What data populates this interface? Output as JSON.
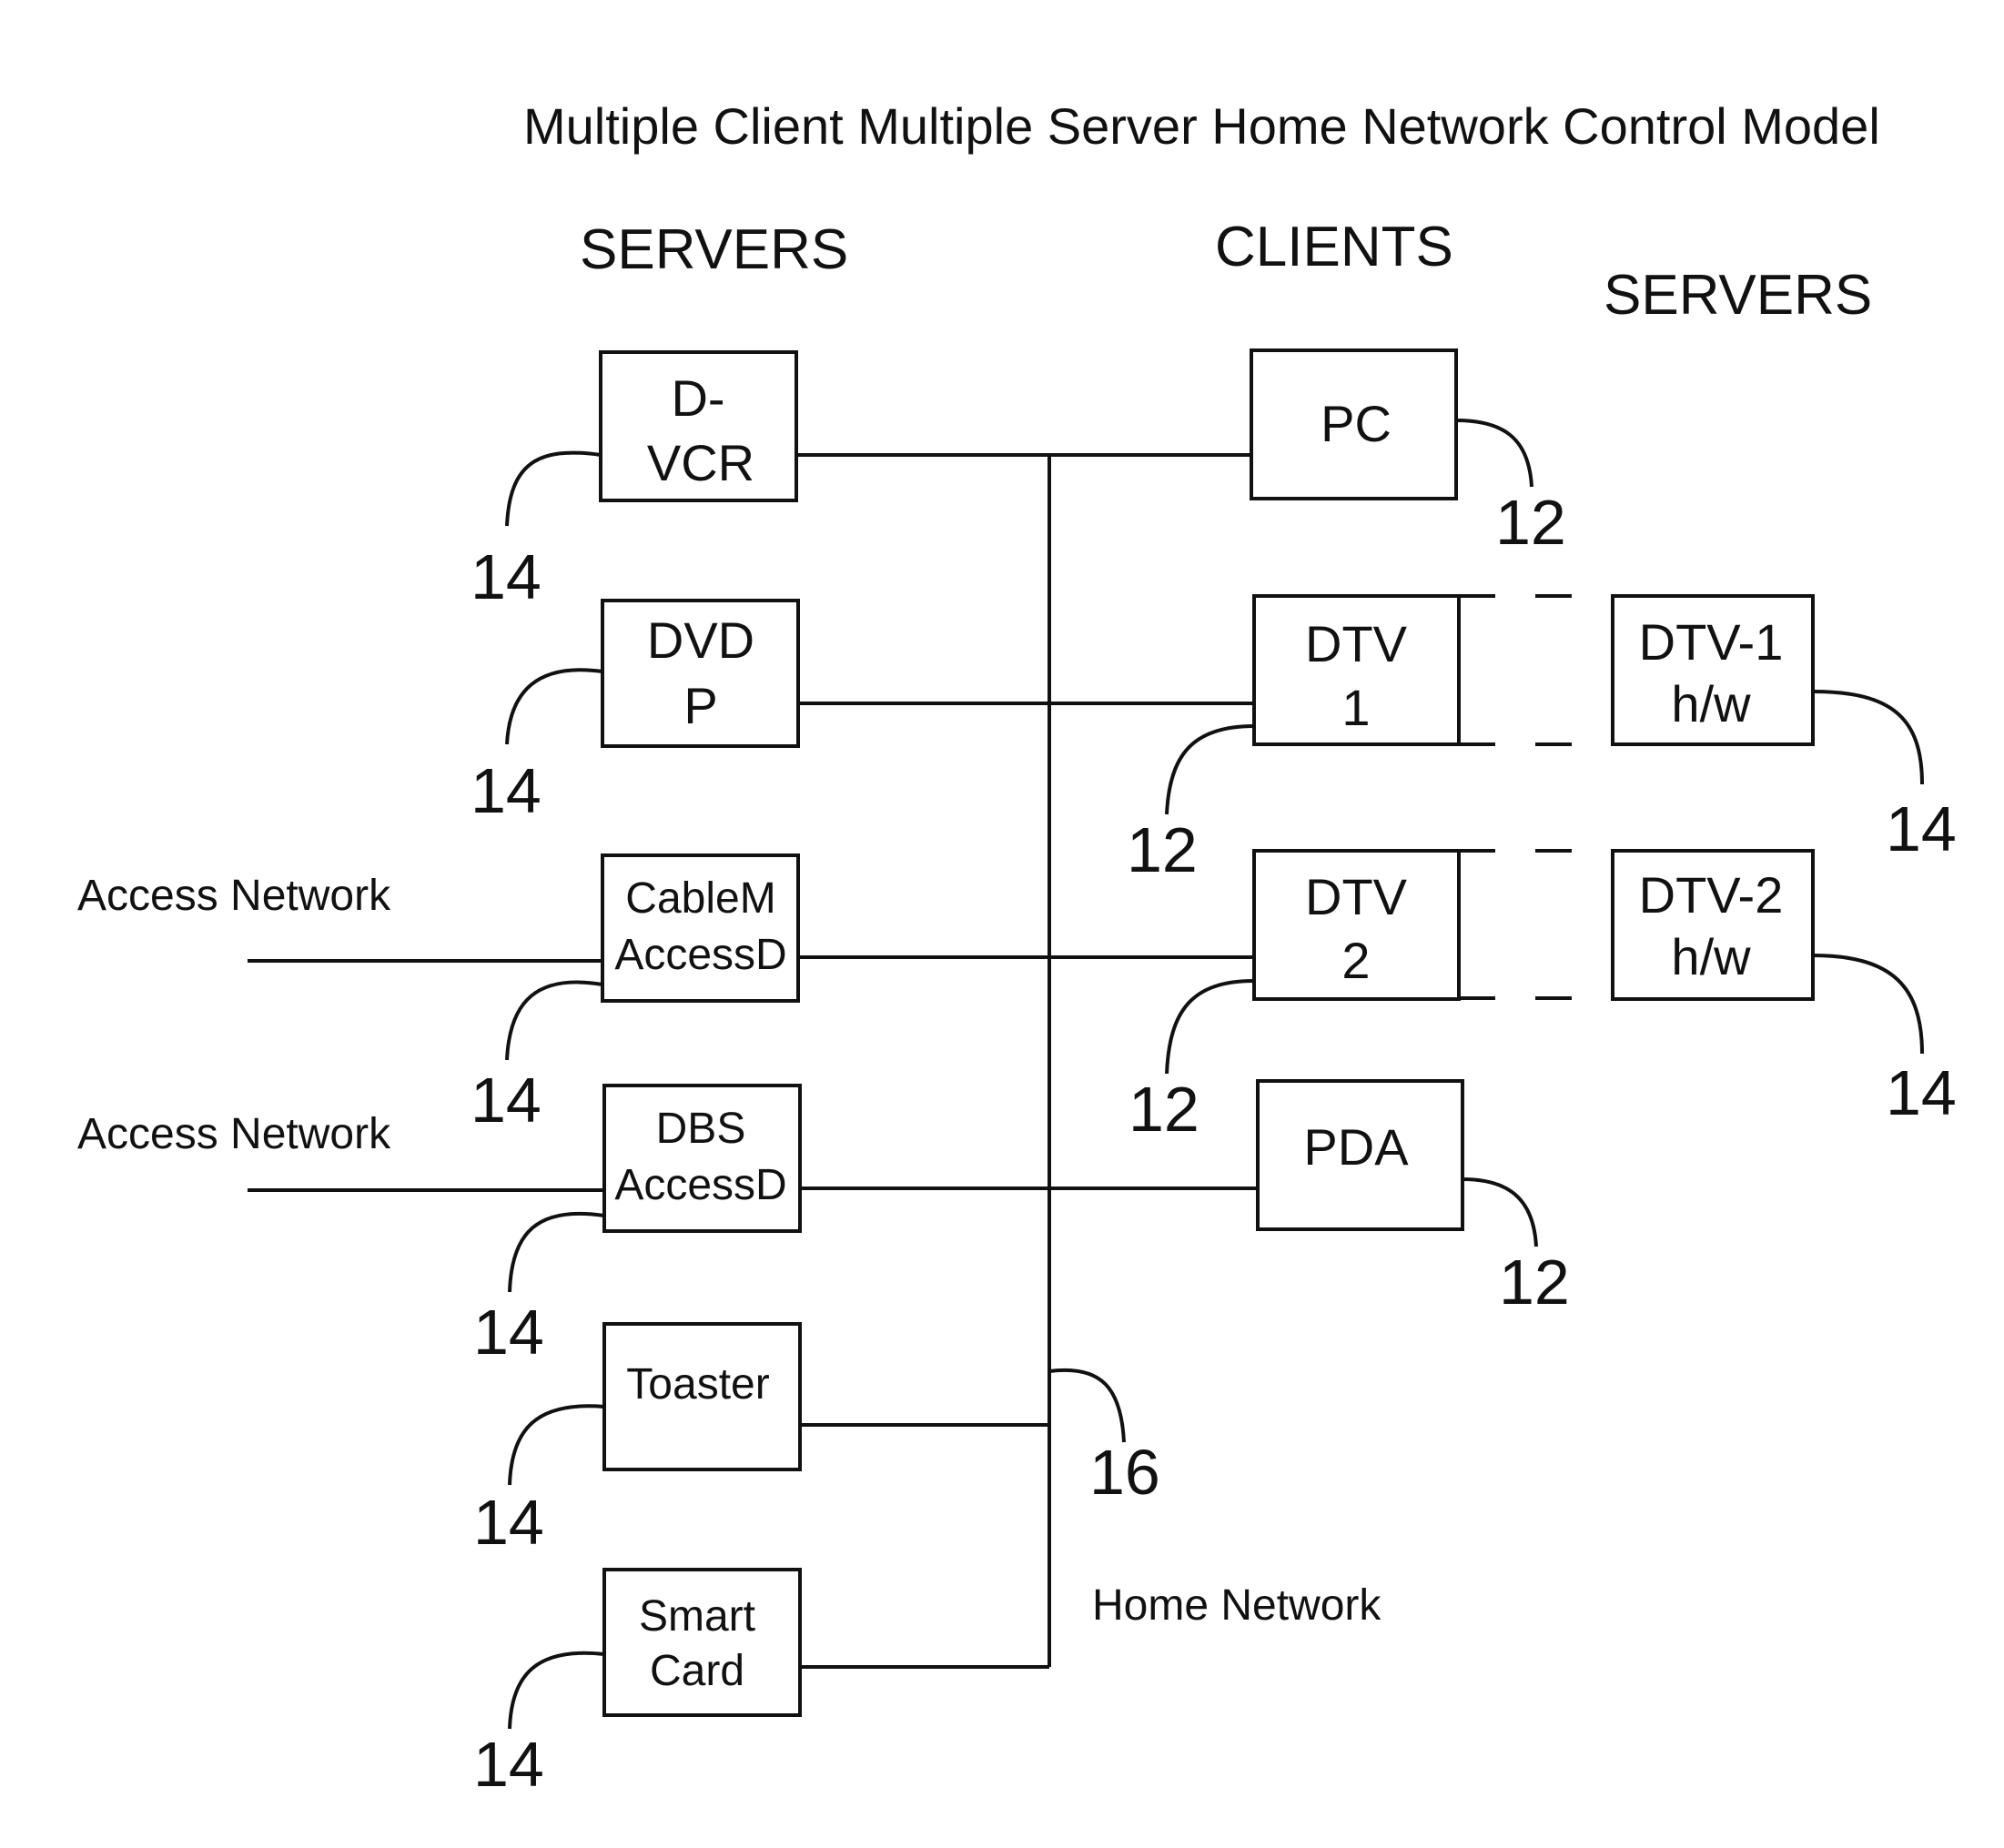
{
  "title": "Multiple Client Multiple Server Home Network Control Model",
  "headers": {
    "servers_left": "SERVERS",
    "clients": "CLIENTS",
    "servers_right": "SERVERS"
  },
  "left_servers": [
    {
      "line1": "D-",
      "line2": "VCR",
      "ref": "14"
    },
    {
      "line1": "DVD",
      "line2": "P",
      "ref": "14"
    },
    {
      "line1": "CableM",
      "line2": "AccessD",
      "ref": "14"
    },
    {
      "line1": "DBS",
      "line2": "AccessD",
      "ref": "14"
    },
    {
      "line1": "Toaster",
      "line2": "",
      "ref": "14"
    },
    {
      "line1": "Smart",
      "line2": "Card",
      "ref": "14"
    }
  ],
  "clients": [
    {
      "line1": "PC",
      "line2": "",
      "ref": "12"
    },
    {
      "line1": "DTV",
      "line2": "1",
      "ref": "12"
    },
    {
      "line1": "DTV",
      "line2": "2",
      "ref": "12"
    },
    {
      "line1": "PDA",
      "line2": "",
      "ref": "12"
    }
  ],
  "right_servers": [
    {
      "line1": "DTV-1",
      "line2": "h/w",
      "ref": "14"
    },
    {
      "line1": "DTV-2",
      "line2": "h/w",
      "ref": "14"
    }
  ],
  "access_network": [
    "Access Network",
    "Access Network"
  ],
  "home_network": {
    "label": "Home Network",
    "ref": "16"
  }
}
